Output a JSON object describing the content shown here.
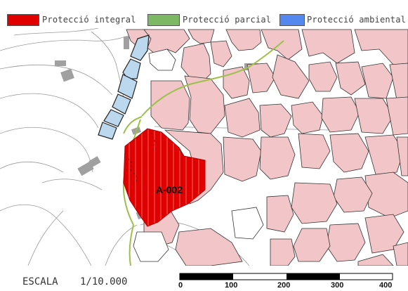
{
  "legend": [
    {
      "label": "Protecció integral",
      "color": "#e00000"
    },
    {
      "label": "Protecció parcial",
      "color": "#7db865"
    },
    {
      "label": "Protecció ambiental",
      "color": "#5588ee"
    }
  ],
  "colors": {
    "building": "#f2c6c8",
    "integral": "#e00000",
    "ambiental": "#bcd8ee",
    "parcial_line": "#9cc04a",
    "gray_block": "#a0a0a0"
  },
  "map": {
    "parcel_label": "A-002"
  },
  "scale": {
    "label": "ESCALA",
    "ratio": "1/10.000",
    "ticks": [
      "0",
      "100",
      "200",
      "300",
      "400"
    ]
  }
}
